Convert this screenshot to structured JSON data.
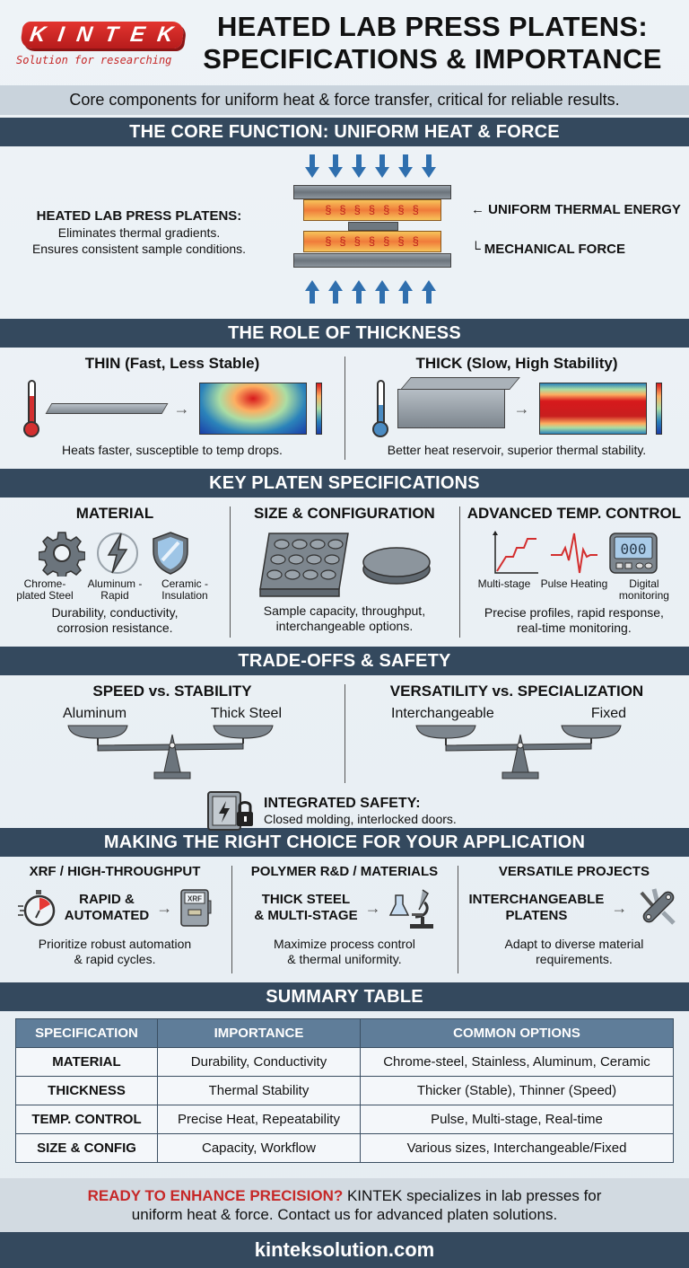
{
  "header": {
    "logo_text": "KINTEK",
    "logo_tagline": "Solution for researching",
    "title_line1": "HEATED LAB PRESS PLATENS:",
    "title_line2": "SPECIFICATIONS & IMPORTANCE",
    "subtitle": "Core components for uniform heat & force transfer, critical for reliable results."
  },
  "core": {
    "heading": "THE CORE FUNCTION: UNIFORM HEAT & FORCE",
    "left_title": "HEATED LAB PRESS PLATENS:",
    "left_line1": "Eliminates thermal gradients.",
    "left_line2": "Ensures consistent sample conditions.",
    "label_thermal": "UNIFORM THERMAL ENERGY",
    "label_force": "MECHANICAL FORCE",
    "heat_glyphs": "§§§§§§§"
  },
  "thickness": {
    "heading": "THE ROLE OF THICKNESS",
    "thin": {
      "title": "THIN (Fast, Less Stable)",
      "desc": "Heats faster, susceptible to temp drops."
    },
    "thick": {
      "title": "THICK (Slow, High Stability)",
      "desc": "Better heat reservoir, superior thermal stability."
    },
    "arrow": "→"
  },
  "specs": {
    "heading": "KEY PLATEN SPECIFICATIONS",
    "material": {
      "title": "MATERIAL",
      "items": [
        "Chrome-plated Steel",
        "Aluminum - Rapid",
        "Ceramic - Insulation"
      ],
      "desc_line1": "Durability, conductivity,",
      "desc_line2": "corrosion resistance."
    },
    "size": {
      "title": "SIZE & CONFIGURATION",
      "desc_line1": "Sample capacity, throughput,",
      "desc_line2": "interchangeable options."
    },
    "temp": {
      "title": "ADVANCED TEMP. CONTROL",
      "items": [
        "Multi-stage",
        "Pulse Heating",
        "Digital monitoring"
      ],
      "display": "000",
      "desc_line1": "Precise profiles, rapid response,",
      "desc_line2": "real-time monitoring."
    }
  },
  "tradeoffs": {
    "heading": "TRADE-OFFS & SAFETY",
    "left": {
      "title": "SPEED vs. STABILITY",
      "a": "Aluminum",
      "b": "Thick Steel"
    },
    "right": {
      "title": "VERSATILITY vs. SPECIALIZATION",
      "a": "Interchangeable",
      "b": "Fixed"
    },
    "safety_title": "INTEGRATED SAFETY:",
    "safety_desc": "Closed molding, interlocked doors."
  },
  "application": {
    "heading": "MAKING THE RIGHT CHOICE FOR YOUR APPLICATION",
    "cols": [
      {
        "title": "XRF / HIGH-THROUGHPUT",
        "mid1": "RAPID &",
        "mid2": "AUTOMATED",
        "icon_label": "XRF",
        "desc1": "Prioritize robust automation",
        "desc2": "& rapid cycles."
      },
      {
        "title": "POLYMER R&D / MATERIALS",
        "mid1": "THICK STEEL",
        "mid2": "& MULTI-STAGE",
        "desc1": "Maximize process control",
        "desc2": "& thermal uniformity."
      },
      {
        "title": "VERSATILE PROJECTS",
        "mid1": "INTERCHANGEABLE",
        "mid2": "PLATENS",
        "desc1": "Adapt to diverse material",
        "desc2": "requirements."
      }
    ],
    "arrow": "→"
  },
  "summary": {
    "heading": "SUMMARY TABLE",
    "columns": [
      "SPECIFICATION",
      "IMPORTANCE",
      "COMMON OPTIONS"
    ],
    "rows": [
      [
        "MATERIAL",
        "Durability, Conductivity",
        "Chrome-steel, Stainless, Aluminum, Ceramic"
      ],
      [
        "THICKNESS",
        "Thermal Stability",
        "Thicker (Stable), Thinner (Speed)"
      ],
      [
        "TEMP. CONTROL",
        "Precise Heat, Repeatability",
        "Pulse, Multi-stage, Real-time"
      ],
      [
        "SIZE & CONFIG",
        "Capacity, Workflow",
        "Various sizes, Interchangeable/Fixed"
      ]
    ]
  },
  "cta": {
    "highlight": "READY TO ENHANCE PRECISION?",
    "text_line1": " KINTEK specializes in lab presses for",
    "text_line2": "uniform heat & force. Contact us for advanced platen solutions."
  },
  "footer": {
    "url": "kinteksolution.com"
  },
  "colors": {
    "brand_red": "#c62828",
    "header_navy": "#34495e",
    "table_header": "#5f7d99",
    "arrow_blue": "#2f6fae"
  }
}
